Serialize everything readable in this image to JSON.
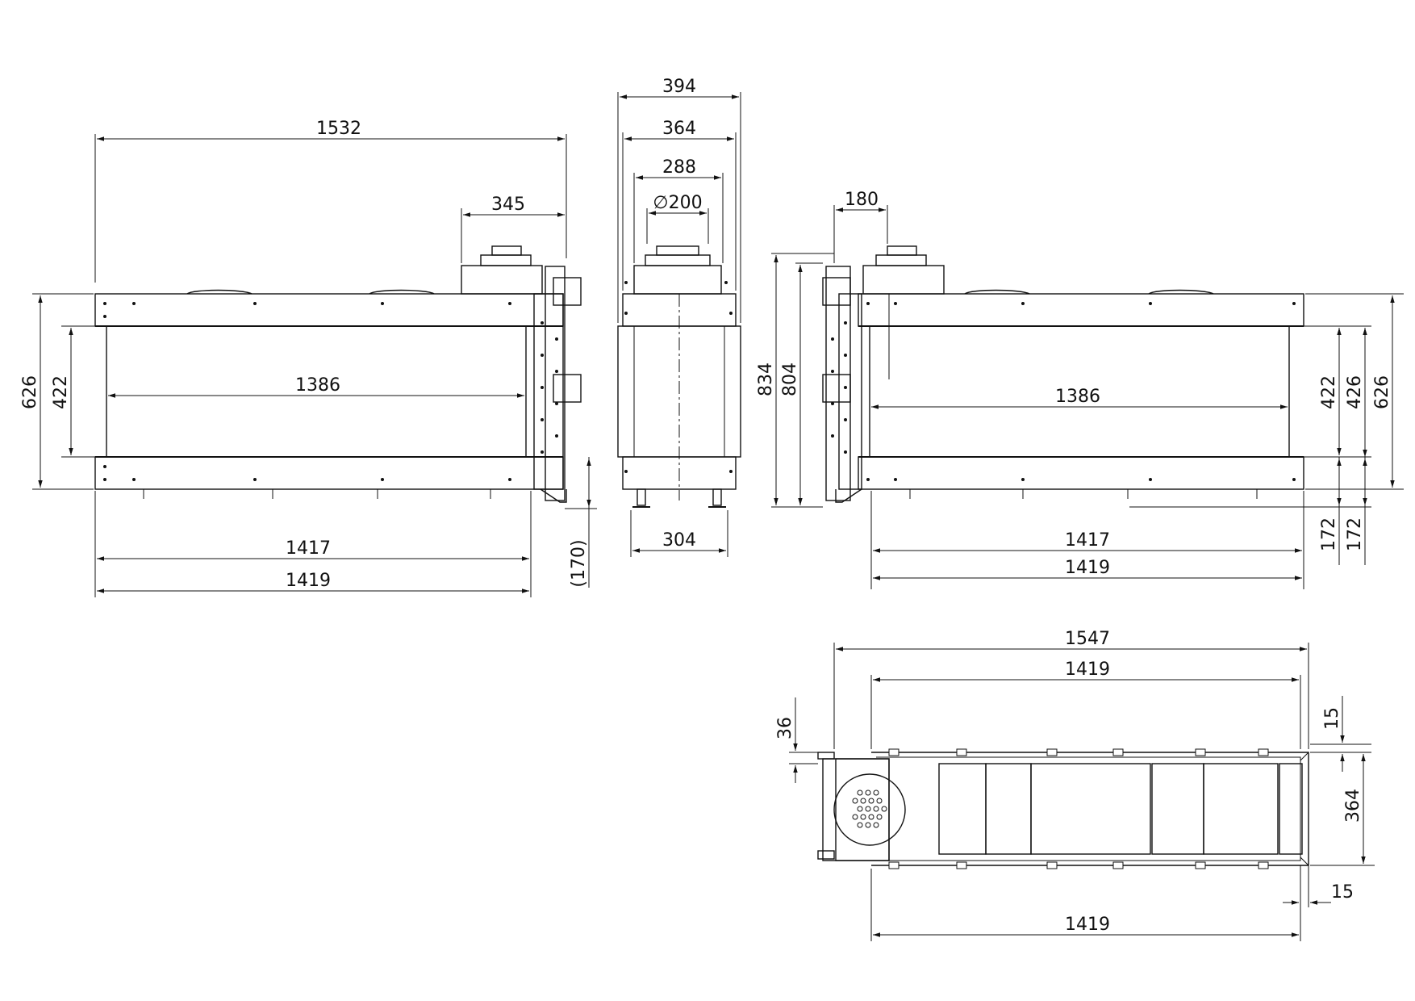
{
  "front_view": {
    "width_overall": "1532",
    "flue_offset": "345",
    "height_overall": "626",
    "glass_height": "422",
    "glass_width": "1386",
    "base_width": "1417",
    "total_width": "1419",
    "leg_height": "(170)"
  },
  "side_view": {
    "depth_overall": "394",
    "depth_body": "364",
    "flue_box": "288",
    "flue_diameter": "∅200",
    "base_depth": "304"
  },
  "right_view": {
    "flue_offset": "180",
    "height_total": "834",
    "height_body": "804",
    "glass_width": "1386",
    "glass_height": "422",
    "glass_height_alt": "426",
    "body_height": "626",
    "base_width": "1417",
    "total_width": "1419",
    "leg_height_a": "172",
    "leg_height_b": "172"
  },
  "top_view": {
    "width_overall": "1547",
    "width_top": "1419",
    "width_bottom": "1419",
    "offset_left": "36",
    "offset_top": "15",
    "offset_bottom": "15",
    "depth": "364"
  }
}
